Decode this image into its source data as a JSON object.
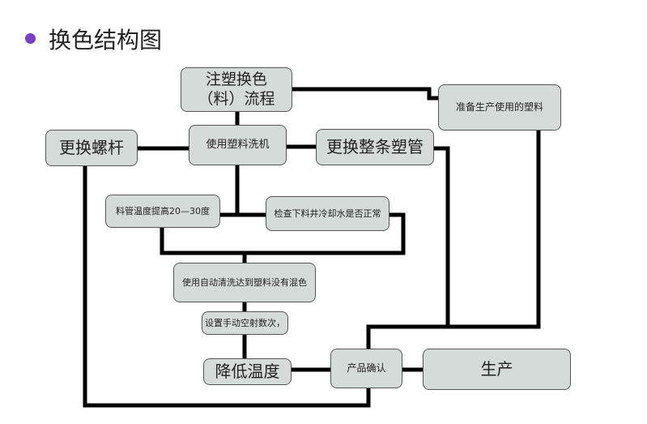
{
  "title": "换色结构图",
  "nodes": {
    "start": "注塑换色（料）流程",
    "prepare": "准备生产使用的塑料",
    "screw": "更换螺杆",
    "washer": "使用塑料洗机",
    "tube": "更换整条塑管",
    "temp_up": "料管温度提高20—30度",
    "check": "检查下料井冷却水是否正常",
    "auto_clean": "使用自动清洗达到塑料没有混色",
    "manual": "设置手动空射数次，",
    "temp_down": "降低温度",
    "confirm": "产品确认",
    "produce": "生产"
  },
  "colors": {
    "box": "#d5dbd9",
    "line": "#000000",
    "bullet": "#7b3fc4"
  }
}
